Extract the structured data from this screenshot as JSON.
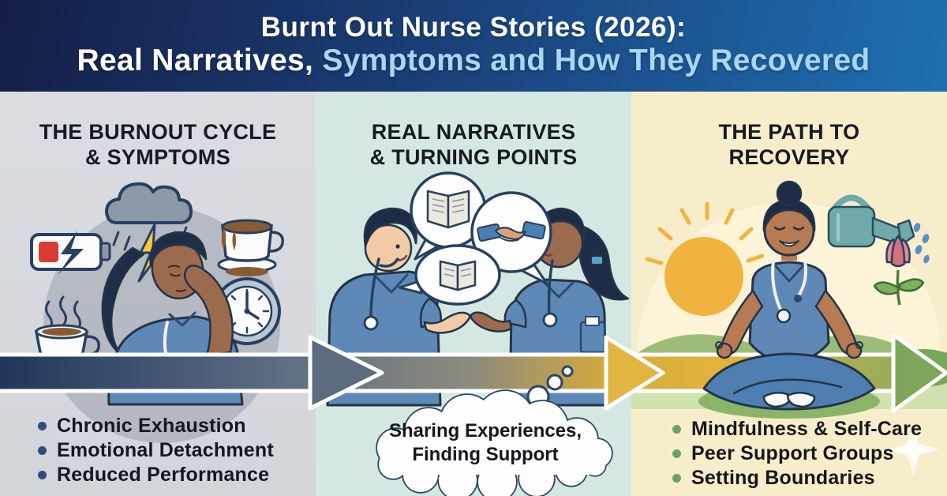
{
  "header": {
    "line1": "Burnt Out Nurse Stories (2026):",
    "line2_white": "Real Narratives, ",
    "line2_highlight": "Symptoms and How They Recovered"
  },
  "panels": [
    {
      "heading_line1": "THE BURNOUT CYCLE",
      "heading_line2": "& SYMPTOMS",
      "bullets": [
        "Chronic Exhaustion",
        "Emotional Detachment",
        "Reduced Performance"
      ],
      "icons": [
        "low-battery-icon",
        "storm-cloud-lightning-icon",
        "overflowing-coffee-icon",
        "steaming-coffee-icon",
        "clock-icon",
        "exhausted-nurse-illustration"
      ]
    },
    {
      "heading_line1": "REAL NARRATIVES",
      "heading_line2": "& TURNING POINTS",
      "cloud_line1": "Sharing Experiences,",
      "cloud_line2": "Finding Support",
      "icons": [
        "speech-bubble-book-icon",
        "speech-bubble-handshake-icon",
        "thought-bubble-book-icon",
        "two-nurses-talking-illustration"
      ]
    },
    {
      "heading_line1": "THE PATH TO",
      "heading_line2": "RECOVERY",
      "bullets": [
        "Mindfulness & Self-Care",
        "Peer Support Groups",
        "Setting Boundaries"
      ],
      "icons": [
        "sun-icon",
        "watering-can-icon",
        "flower-icon",
        "meditating-nurse-illustration",
        "sparkle-icon"
      ]
    }
  ],
  "colors": {
    "header_gradient_start": "#151e47",
    "header_gradient_end": "#1e6fb2",
    "title_highlight": "#a9d6f3",
    "panel_burnout_bg": "#d8dade",
    "panel_narratives_bg": "#d5e7e3",
    "panel_recovery_bg": "#f8edca",
    "bullet_dot_burnout": "#2e4d7b",
    "bullet_dot_recovery": "#69a06f",
    "arrow_navy": "#22365b",
    "arrow_slate": "#5f6e84",
    "arrow_gold": "#e0b33a",
    "arrow_green": "#7fa85c"
  }
}
